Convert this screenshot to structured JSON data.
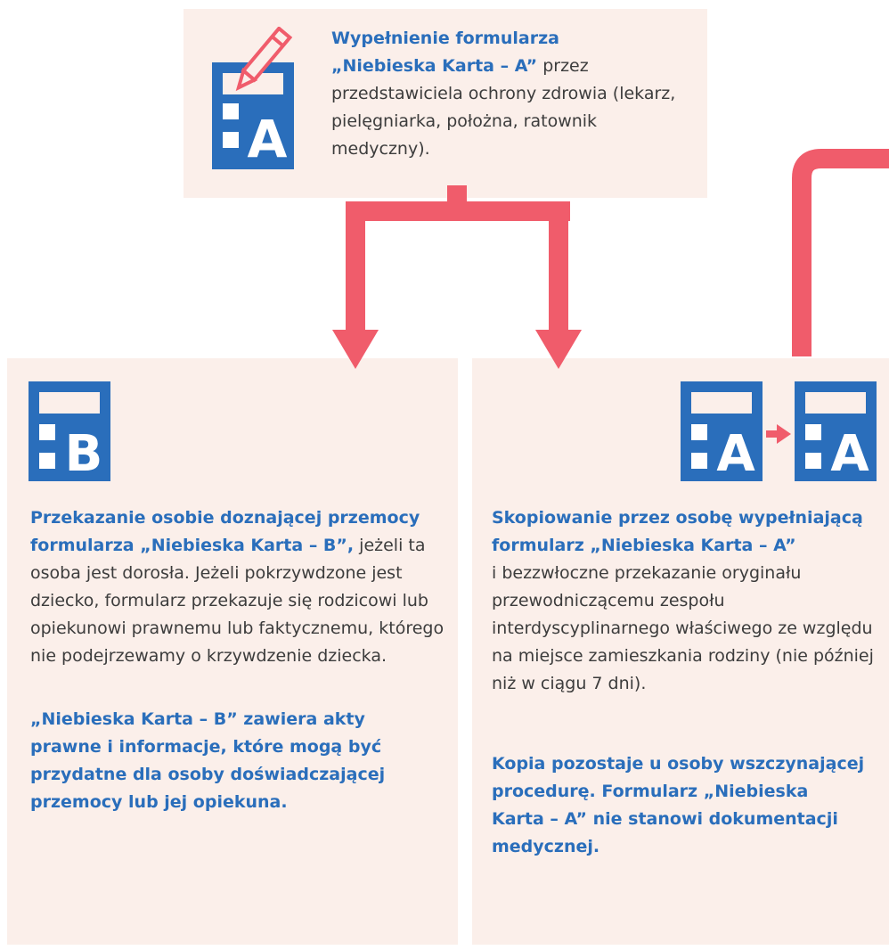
{
  "colors": {
    "accent": "#f05c6b",
    "blue": "#2a6ebb",
    "box": "#fbefea"
  },
  "icons": {
    "top": {
      "name": "form-a-pencil-icon",
      "letter": "A"
    },
    "left": {
      "name": "form-b-icon",
      "letter": "B"
    },
    "right_from": {
      "name": "form-a-icon",
      "letter": "A"
    },
    "right_to": {
      "name": "form-a-copy-icon",
      "letter": "A"
    }
  },
  "top": {
    "title": "Wypełnienie formularza",
    "title2": "„Niebieska Karta – A”",
    "rest": " przez przedstawiciela ochrony zdrowia (lekarz, pielęgniarka, położna, ratownik medyczny)."
  },
  "left": {
    "bold": "Przekazanie osobie doznającej przemocy formularza „Niebieska Karta – B”,",
    "rest": " jeżeli ta osoba jest dorosła. Jeżeli pokrzywdzone jest dziecko, formularz przekazuje się rodzicowi lub opiekunowi prawnemu lub faktycznemu, którego nie podejrzewamy o krzywdzenie dziecka.",
    "note": "„Niebieska Karta – B” zawiera akty prawne i informacje, które mogą być przydatne dla osoby doświadczającej przemocy lub jej opiekuna."
  },
  "right": {
    "bold": "Skopiowanie przez osobę wypełniającą formularz „Niebieska Karta – A”",
    "rest": "i bezzwłoczne przekazanie oryginału przewodniczącemu zespołu interdyscyplinarnego właściwego ze względu na miejsce zamieszkania rodziny (nie później niż w ciągu 7 dni).",
    "note": "Kopia pozostaje u osoby wszczynającej procedurę. Formularz „Niebieska Karta – A” nie stanowi dokumentacji medycznej."
  }
}
